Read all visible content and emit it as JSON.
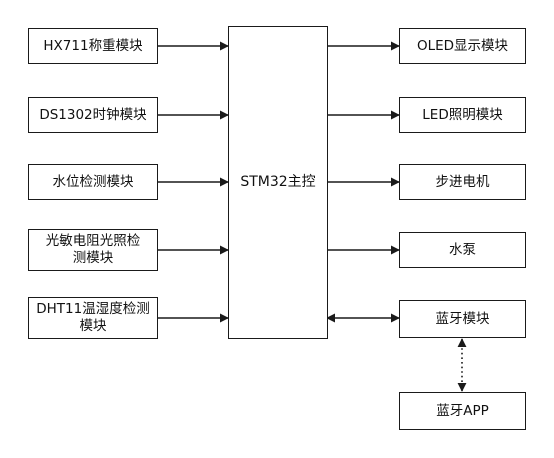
{
  "colors": {
    "stroke": "#1a1a1a",
    "text": "#111111",
    "background": "#ffffff"
  },
  "inputs": [
    {
      "id": "hx711",
      "label": "HX711称重模块"
    },
    {
      "id": "ds1302",
      "label": "DS1302时钟模块"
    },
    {
      "id": "water-level",
      "label": "水位检测模块"
    },
    {
      "id": "photoresistor",
      "label": "光敏电阻光照检测模块"
    },
    {
      "id": "dht11",
      "label": "DHT11温湿度检测模块"
    }
  ],
  "controller": {
    "label": "STM32主控"
  },
  "outputs": [
    {
      "id": "oled",
      "label": "OLED显示模块"
    },
    {
      "id": "led",
      "label": "LED照明模块"
    },
    {
      "id": "stepper",
      "label": "步进电机"
    },
    {
      "id": "pump",
      "label": "水泵"
    },
    {
      "id": "bluetooth",
      "label": "蓝牙模块"
    }
  ],
  "app": {
    "label": "蓝牙APP"
  },
  "links": [
    {
      "from": "hx711",
      "to": "controller",
      "direction": "one-way"
    },
    {
      "from": "ds1302",
      "to": "controller",
      "direction": "one-way"
    },
    {
      "from": "water-level",
      "to": "controller",
      "direction": "one-way"
    },
    {
      "from": "photoresistor",
      "to": "controller",
      "direction": "one-way"
    },
    {
      "from": "dht11",
      "to": "controller",
      "direction": "one-way"
    },
    {
      "from": "controller",
      "to": "oled",
      "direction": "one-way"
    },
    {
      "from": "controller",
      "to": "led",
      "direction": "one-way"
    },
    {
      "from": "controller",
      "to": "stepper",
      "direction": "one-way"
    },
    {
      "from": "controller",
      "to": "pump",
      "direction": "one-way"
    },
    {
      "from": "controller",
      "to": "bluetooth",
      "direction": "two-way"
    },
    {
      "from": "bluetooth",
      "to": "app",
      "direction": "two-way",
      "style": "dotted"
    }
  ]
}
